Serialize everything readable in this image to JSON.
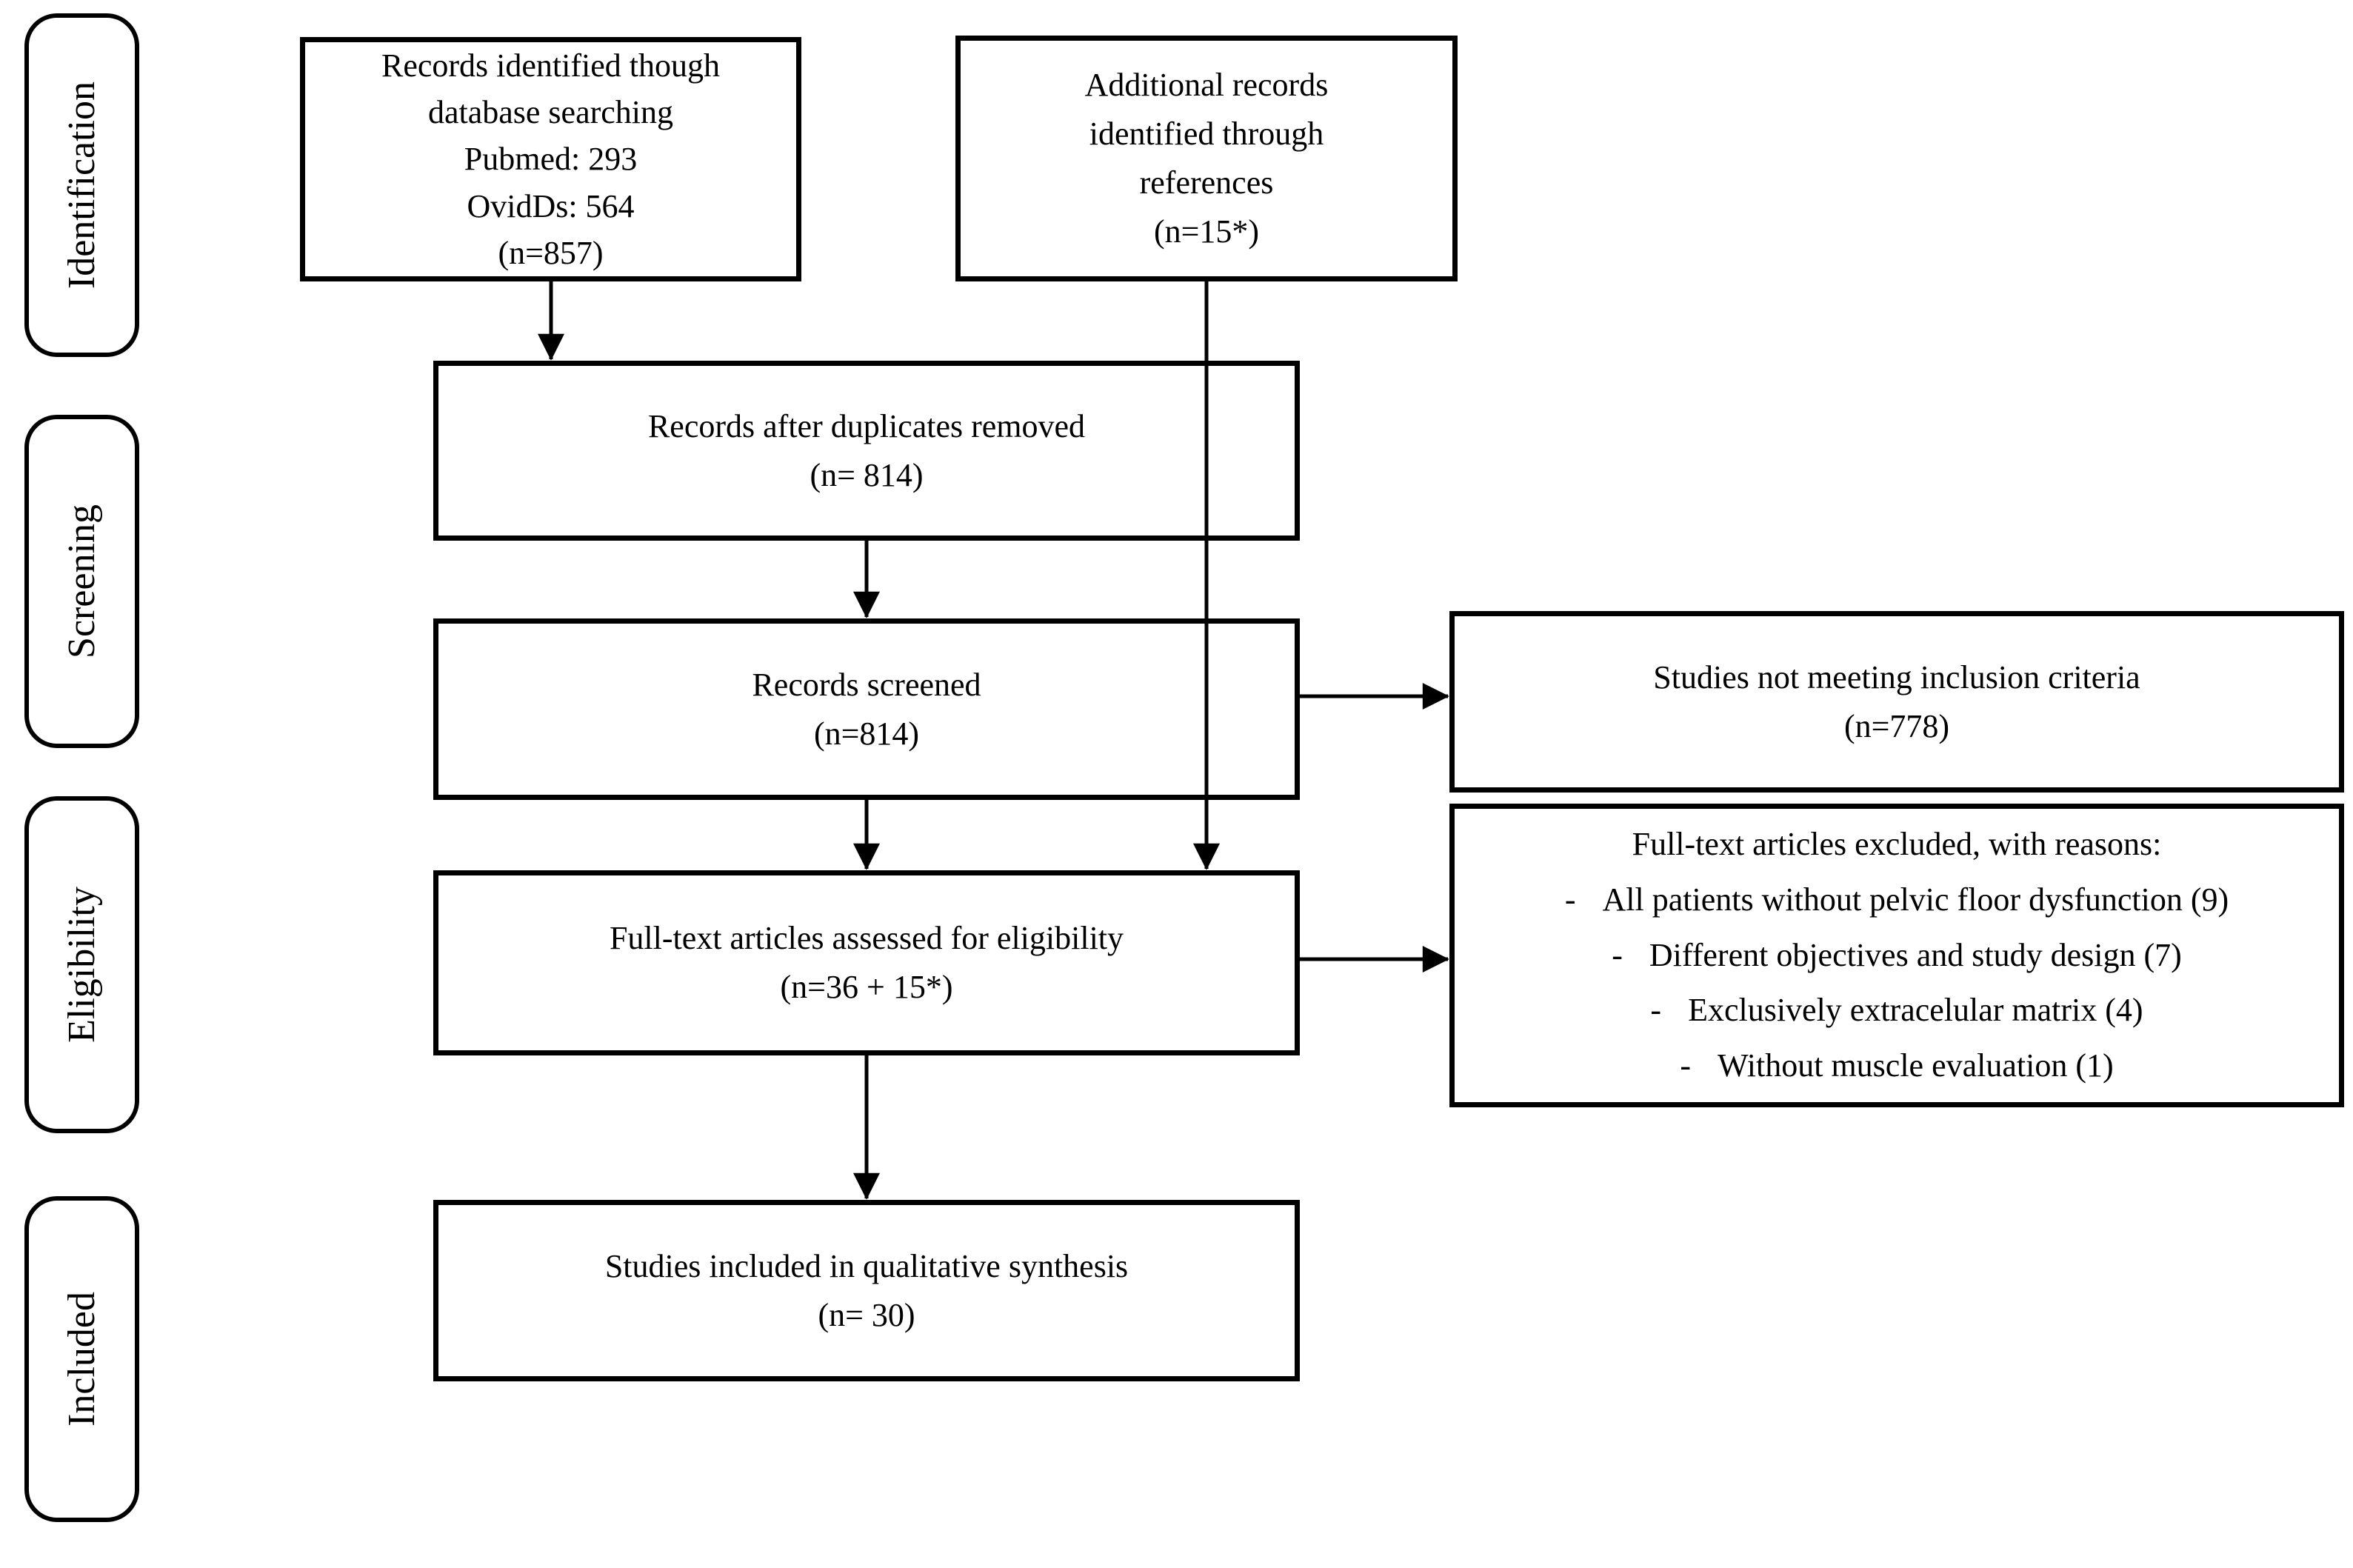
{
  "colors": {
    "box_border": "#000000",
    "box_fill": "#ffffff",
    "line": "#000000",
    "text": "#000000",
    "background": "#ffffff"
  },
  "stages": [
    {
      "label": "Identification"
    },
    {
      "label": "Screening"
    },
    {
      "label": "Eligibility"
    },
    {
      "label": "Included"
    }
  ],
  "boxes": {
    "records_identified": {
      "lines": [
        "Records identified though",
        "database searching",
        "Pubmed: 293",
        "OvidDs: 564",
        "(n=857)"
      ]
    },
    "additional_records": {
      "lines": [
        "Additional records",
        "identified through",
        "references",
        "(n=15*)"
      ]
    },
    "duplicates_removed": {
      "lines": [
        "Records after duplicates removed",
        "(n= 814)"
      ]
    },
    "records_screened": {
      "lines": [
        "Records screened",
        "(n=814)"
      ]
    },
    "not_meeting_criteria": {
      "lines": [
        "Studies not meeting inclusion criteria",
        "(n=778)"
      ]
    },
    "fulltext_assessed": {
      "lines": [
        "Full-text articles assessed for eligibility",
        "(n=36 + 15*)"
      ]
    },
    "fulltext_excluded": {
      "title": "Full-text articles excluded, with reasons:",
      "bullet": "-",
      "reasons": [
        "All patients without pelvic floor dysfunction (9)",
        "Different objectives and study design (7)",
        "Exclusively extracelular matrix (4)",
        "Without muscle evaluation (1)"
      ]
    },
    "included_qualitative": {
      "lines": [
        "Studies included in qualitative synthesis",
        "(n= 30)"
      ]
    }
  }
}
